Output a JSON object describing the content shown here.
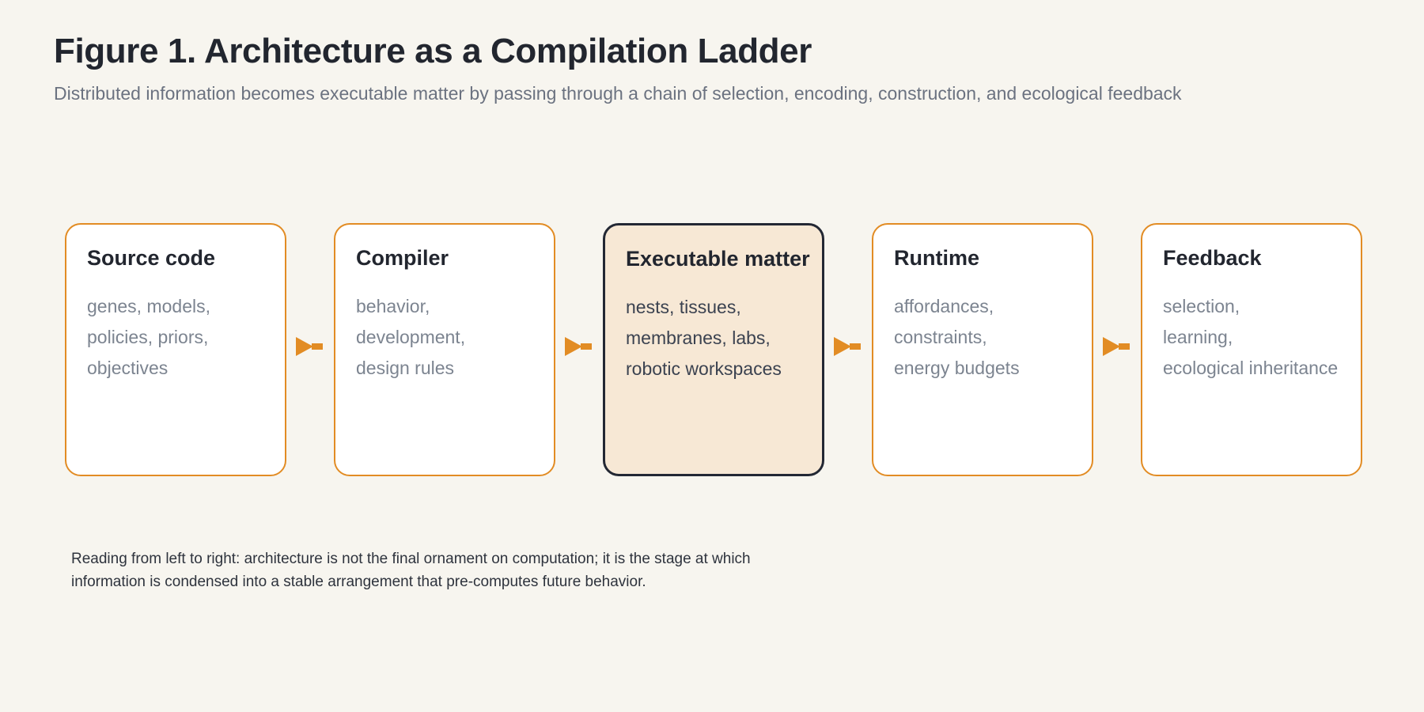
{
  "figure": {
    "title": "Figure 1. Architecture as a Compilation Ladder",
    "subtitle": "Distributed information becomes executable matter by passing through a chain of selection, encoding, construction, and ecological feedback",
    "caption_line_1": "Reading from left to right: architecture is not the final ornament on computation; it is the stage at which",
    "caption_line_2": "information is condensed into a stable arrangement that pre-computes future behavior."
  },
  "colors": {
    "page_background": "#f7f5ef",
    "card_border": "#e28c24",
    "card_background": "#ffffff",
    "highlight_border": "#232834",
    "highlight_background": "#f7e8d5",
    "arrow": "#e28c24",
    "title_text": "#22262f",
    "body_text": "#7c8490",
    "subtitle_text": "#6b7280"
  },
  "stages": [
    {
      "title": "Source code",
      "body_lines": [
        "genes, models,",
        "policies, priors,",
        "objectives"
      ],
      "highlighted": false
    },
    {
      "title": "Compiler",
      "body_lines": [
        "behavior,",
        "development,",
        "design rules"
      ],
      "highlighted": false
    },
    {
      "title": "Executable matter",
      "body_lines": [
        "nests, tissues,",
        "membranes, labs,",
        "robotic workspaces"
      ],
      "highlighted": true
    },
    {
      "title": "Runtime",
      "body_lines": [
        "affordances,",
        "constraints,",
        "energy budgets"
      ],
      "highlighted": false
    },
    {
      "title": "Feedback",
      "body_lines": [
        "selection,",
        "learning,",
        "ecological inheritance"
      ],
      "highlighted": false
    }
  ],
  "connectors": [
    {
      "icon": "arrow-right-icon"
    },
    {
      "icon": "arrow-right-icon"
    },
    {
      "icon": "arrow-right-icon"
    },
    {
      "icon": "arrow-right-icon"
    }
  ]
}
